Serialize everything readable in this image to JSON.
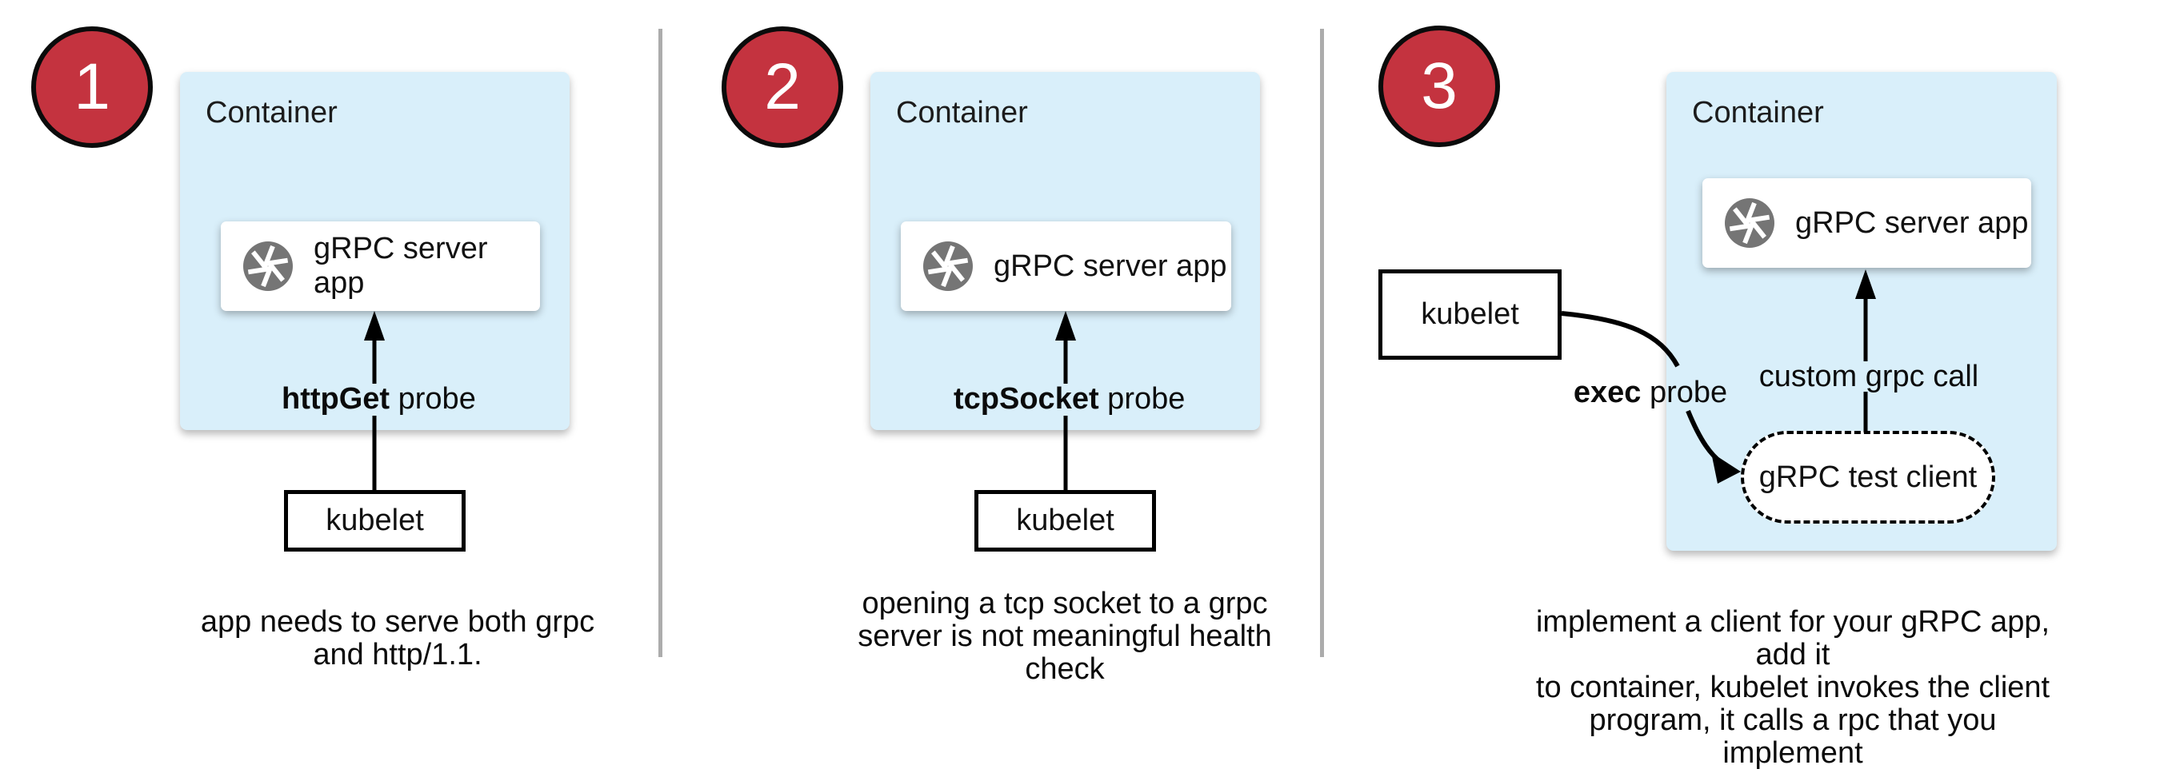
{
  "colors": {
    "container_fill": "#d9effa",
    "badge_fill": "#c4333f",
    "badge_border": "#0b0b0b",
    "icon_gray": "#757575",
    "divider_gray": "#acacac",
    "line_black": "#000000"
  },
  "icons": {
    "app_icon": "aperture-icon"
  },
  "panels": [
    {
      "number": "1",
      "container_label": "Container",
      "app_box_label": "gRPC server app",
      "probe_label": {
        "bold": "httpGet",
        "rest": " probe"
      },
      "kubelet_label": "kubelet",
      "caption_lines": [
        "app needs to serve both grpc",
        "and http/1.1."
      ]
    },
    {
      "number": "2",
      "container_label": "Container",
      "app_box_label": "gRPC server app",
      "probe_label": {
        "bold": "tcpSocket",
        "rest": " probe"
      },
      "kubelet_label": "kubelet",
      "caption_lines": [
        "opening a tcp socket to a grpc",
        "server is not meaningful health",
        "check"
      ]
    },
    {
      "number": "3",
      "container_label": "Container",
      "app_box_label": "gRPC server app",
      "probe_label": {
        "bold": "exec",
        "rest": " probe"
      },
      "kubelet_label": "kubelet",
      "test_client_label": "gRPC test client",
      "grpc_call_label": "custom grpc call",
      "caption_lines": [
        "implement a client for your gRPC app, add it",
        "to container, kubelet invokes the client",
        "program, it calls a rpc that you implement"
      ]
    }
  ]
}
